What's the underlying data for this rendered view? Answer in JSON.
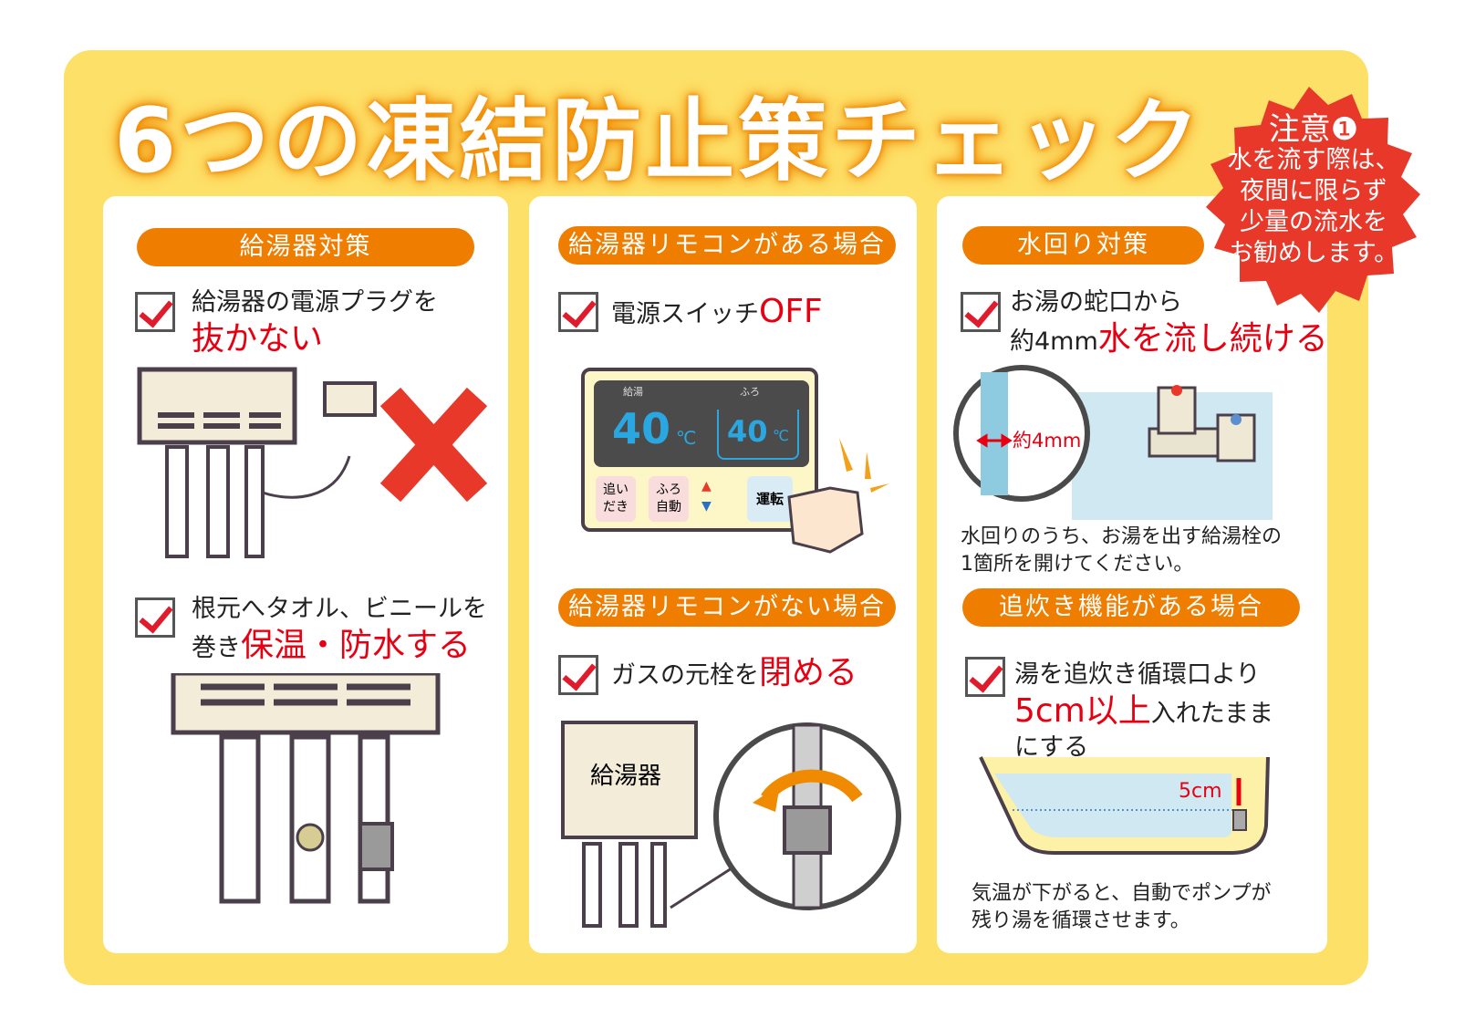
{
  "title": "6つの凍結防止策チェック",
  "notice": {
    "heading": "注意❶",
    "lines": [
      "水を流す際は、",
      "夜間に限らず",
      "少量の流水を",
      "お勧めします。"
    ]
  },
  "col1": {
    "header": "給湯器対策",
    "item1": {
      "text": "給湯器の電源プラグを",
      "emphasis": "抜かない"
    },
    "item2": {
      "text": "根元へタオル、ビニールを",
      "prefix": "巻き",
      "emphasis": "保温・防水する"
    }
  },
  "col2": {
    "header1": "給湯器リモコンがある場合",
    "item1": {
      "text": "電源スイッチ",
      "emphasis": "OFF"
    },
    "remote": {
      "label1": "給湯",
      "label2": "ふろ",
      "temp1": "40",
      "temp2": "40",
      "unit": "℃",
      "btn1": "追い だき",
      "btn2": "ふろ 自動",
      "btn3": "運転"
    },
    "header2": "給湯器リモコンがない場合",
    "item2": {
      "text": "ガスの元栓を",
      "emphasis": "閉める"
    },
    "heater_label": "給湯器"
  },
  "col3": {
    "header1": "水回り対策",
    "item1": {
      "line1": "お湯の蛇口から",
      "prefix": "約4mm",
      "emphasis": "水を流し続ける"
    },
    "gap_label": "約4mm",
    "note1": [
      "水回りのうち、お湯を出す給湯栓の",
      "1箇所を開けてください。"
    ],
    "header2": "追炊き機能がある場合",
    "item2": {
      "line1": "湯を追炊き循環口より",
      "emphasis": "5cm以上",
      "suffix": "入れたまま",
      "line3": "にする"
    },
    "depth_label": "5cm",
    "note2": [
      "気温が下がると、自動でポンプが",
      "残り湯を循環させます。"
    ]
  },
  "colors": {
    "panel": "#fde068",
    "accent": "#ee7d00",
    "red": "#e60012",
    "burst": "#e8382a"
  }
}
